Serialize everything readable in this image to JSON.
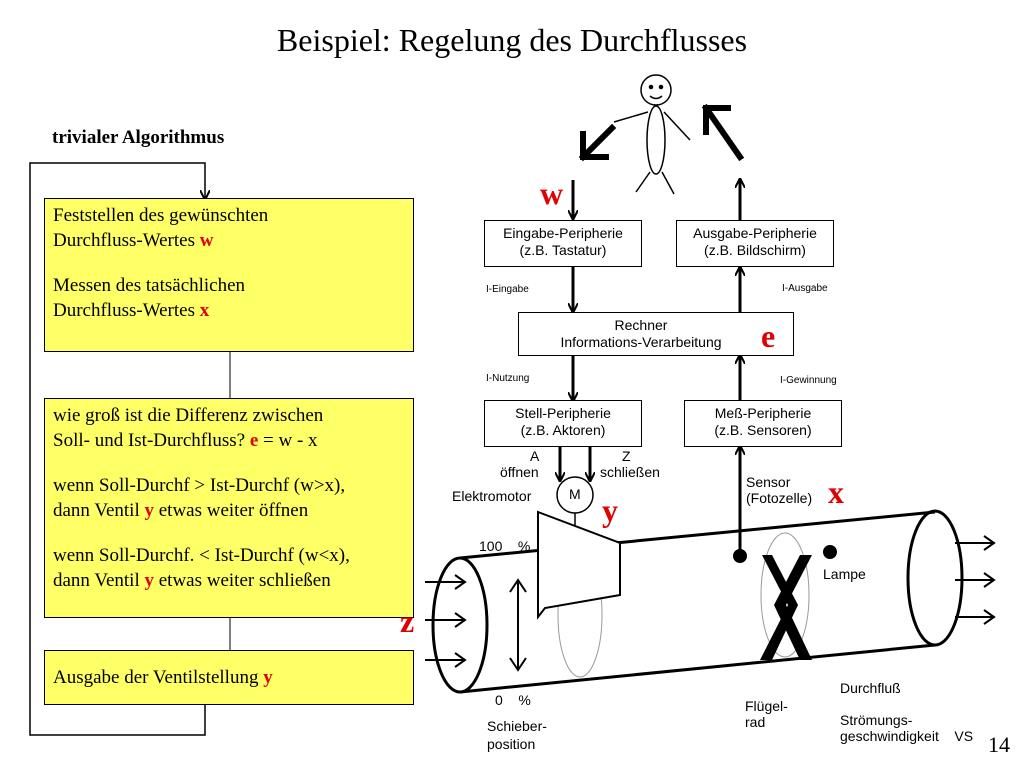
{
  "title": "Beispiel: Regelung des Durchflusses",
  "subtitle": "trivialer Algorithmus",
  "box1": {
    "line1": "Feststellen des gewünschten",
    "line2": "Durchfluss-Wertes ",
    "var1": "w",
    "line3": "Messen des tatsächlichen",
    "line4": "Durchfluss-Wertes ",
    "var2": "x"
  },
  "box2": {
    "l1": "wie groß ist die Differenz zwischen",
    "l2": "Soll- und Ist-Durchfluss? ",
    "eq_e": "e",
    "eq_rest": " = w - x",
    "l3": "wenn Soll-Durchf > Ist-Durchf (w>x),",
    "l4a": "dann Ventil ",
    "l4y": "y",
    "l4b": " etwas weiter öffnen",
    "l5": "wenn Soll-Durchf. < Ist-Durchf (w<x),",
    "l6a": "dann Ventil ",
    "l6y": "y",
    "l6b": " etwas weiter schließen"
  },
  "box3": {
    "text": "Ausgabe der Ventilstellung ",
    "var": "y"
  },
  "letters": {
    "w": "w",
    "e": "e",
    "x": "x",
    "y": "y",
    "z": "z"
  },
  "boxes": {
    "eingabe": {
      "l1": "Eingabe-Peripherie",
      "l2": "(z.B.    Tastatur)"
    },
    "ausgabe": {
      "l1": "Ausgabe-Peripherie",
      "l2": "(z.B.    Bildschirm)"
    },
    "rechner": {
      "l1": "Rechner",
      "l2": "Informations-Verarbeitung"
    },
    "stell": {
      "l1": "Stell-Peripherie",
      "l2": "(z.B.    Aktoren)"
    },
    "mess": {
      "l1": "Meß-Peripherie",
      "l2": "(z.B.    Sensoren)"
    }
  },
  "small": {
    "i_eingabe": "I-Eingabe",
    "i_ausgabe": "I-Ausgabe",
    "i_nutzung": "I-Nutzung",
    "i_gewinnung": "I-Gewinnung"
  },
  "labels": {
    "a": "A",
    "oeffnen": "öffnen",
    "z_letter": "Z",
    "schliessen": "schließen",
    "motor_m": "M",
    "elektromotor": "Elektromotor",
    "sensor1": "Sensor",
    "sensor2": "(Fotozelle)",
    "p100": "100    %",
    "p0": "0    %",
    "schieber1": "Schieber-",
    "schieber2": "position",
    "lampe": "Lampe",
    "fluegel1": "Flügel-",
    "fluegel2": "rad",
    "durchfluss": "Durchfluß",
    "stroem1": "Strömungs-",
    "stroem2": "geschwindigkeit    VS"
  },
  "page_number": "14"
}
